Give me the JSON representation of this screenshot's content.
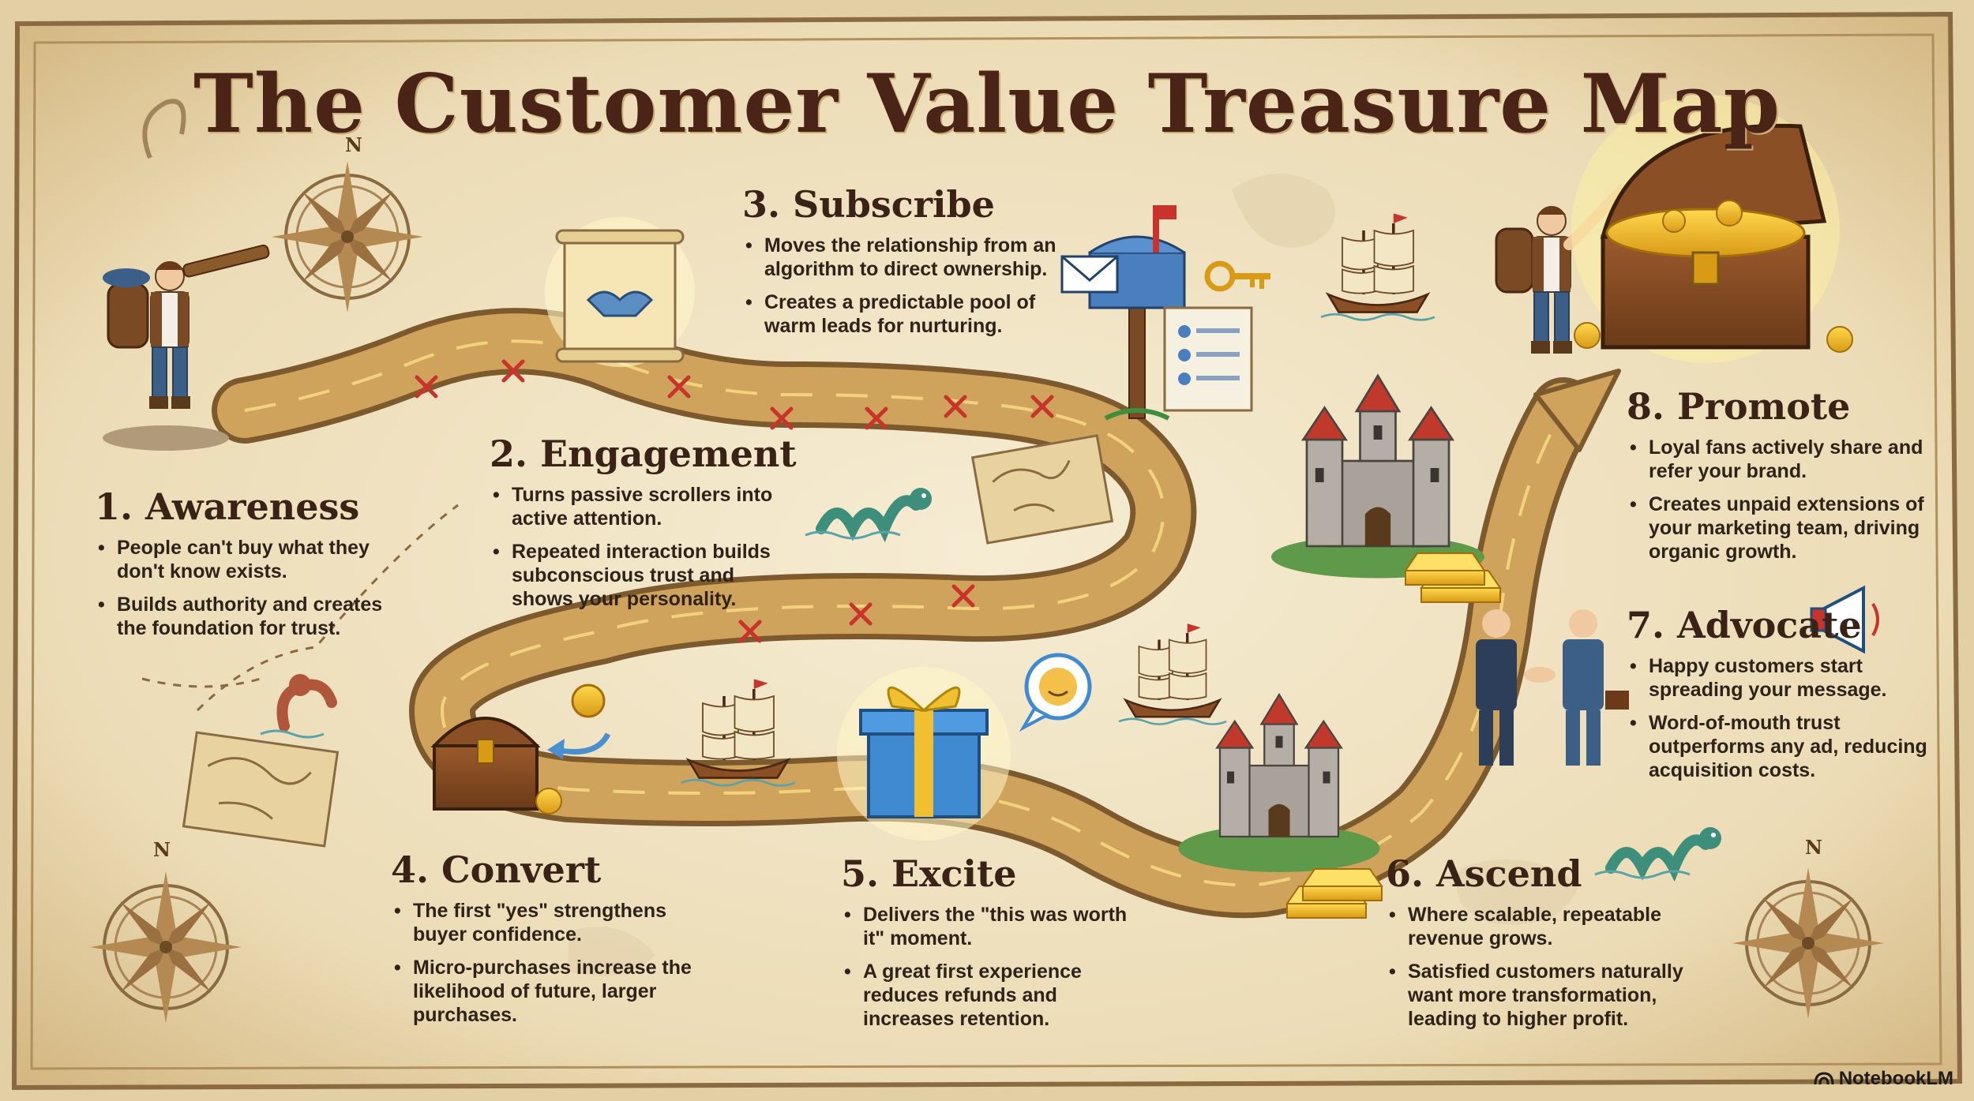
{
  "title": "The Customer Value Treasure Map",
  "compass_label": "N",
  "steps": [
    {
      "heading": "1. Awareness",
      "bullets": [
        "People can't buy what they don't know exists.",
        "Builds authority and creates the foundation for trust."
      ]
    },
    {
      "heading": "2. Engagement",
      "bullets": [
        "Turns passive scrollers into active attention.",
        "Repeated interaction builds subconscious trust and shows your personality."
      ]
    },
    {
      "heading": "3. Subscribe",
      "bullets": [
        "Moves the relationship from an algorithm to direct ownership.",
        "Creates a predictable pool of warm leads for nurturing."
      ]
    },
    {
      "heading": "4. Convert",
      "bullets": [
        "The first \"yes\" strengthens buyer confidence.",
        "Micro-purchases increase the likelihood of future, larger purchases."
      ]
    },
    {
      "heading": "5. Excite",
      "bullets": [
        "Delivers the \"this was worth it\" moment.",
        "A great first experience reduces refunds and increases retention."
      ]
    },
    {
      "heading": "6. Ascend",
      "bullets": [
        "Where scalable, repeatable revenue grows.",
        "Satisfied customers naturally want more transformation, leading to higher profit."
      ]
    },
    {
      "heading": "7. Advocate",
      "bullets": [
        "Happy customers start spreading your message.",
        "Word-of-mouth trust outperforms any ad, reducing acquisition costs."
      ]
    },
    {
      "heading": "8. Promote",
      "bullets": [
        "Loyal fans actively share and refer your brand.",
        "Creates unpaid extensions of your marketing team, driving organic growth."
      ]
    }
  ],
  "brand": "NotebookLM",
  "colors": {
    "parchment": "#efe3c6",
    "path": "#c79a55",
    "ink": "#3a2216",
    "x_mark": "#c8332b"
  }
}
